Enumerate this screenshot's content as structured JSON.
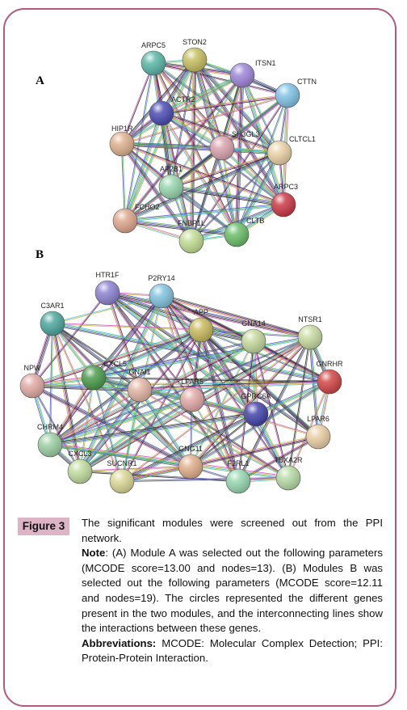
{
  "panels": {
    "a_label": "A",
    "b_label": "B"
  },
  "network_a": {
    "nodes": [
      {
        "id": "ARPC5",
        "color": "#5cb8a8"
      },
      {
        "id": "STON2",
        "color": "#c8c064"
      },
      {
        "id": "ITSN1",
        "color": "#9f87d8"
      },
      {
        "id": "CTTN",
        "color": "#82c4e6"
      },
      {
        "id": "ACTR2",
        "color": "#4d4eb4"
      },
      {
        "id": "HIP1R",
        "color": "#dfb28f"
      },
      {
        "id": "SH3GL3",
        "color": "#dba4b0"
      },
      {
        "id": "CLTCL1",
        "color": "#ead2a8"
      },
      {
        "id": "AP2B1",
        "color": "#99d6ae"
      },
      {
        "id": "ARPC3",
        "color": "#cc3b48"
      },
      {
        "id": "FCHO2",
        "color": "#dfa88f"
      },
      {
        "id": "FNBP1L",
        "color": "#c3de96"
      },
      {
        "id": "CLTB",
        "color": "#6cbf6c"
      }
    ]
  },
  "network_b": {
    "nodes": [
      {
        "id": "HTR1F",
        "color": "#8f84d2"
      },
      {
        "id": "P2RY14",
        "color": "#82c4e0"
      },
      {
        "id": "C3AR1",
        "color": "#4ea8a0"
      },
      {
        "id": "APP",
        "color": "#c7ba5e"
      },
      {
        "id": "GNA14",
        "color": "#c5d89e"
      },
      {
        "id": "NTSR1",
        "color": "#c8dca2"
      },
      {
        "id": "NPW",
        "color": "#e2aba5"
      },
      {
        "id": "CXCL5",
        "color": "#4e9c4e"
      },
      {
        "id": "GNAI1",
        "color": "#e2b6a5"
      },
      {
        "id": "GNRHR",
        "color": "#d24848"
      },
      {
        "id": "LPAR5",
        "color": "#e2aaa8"
      },
      {
        "id": "GPRC6A",
        "color": "#4646aa"
      },
      {
        "id": "LPAR6",
        "color": "#eacfa6"
      },
      {
        "id": "CHRM4",
        "color": "#9ed0a4"
      },
      {
        "id": "CXCL3",
        "color": "#c2dca0"
      },
      {
        "id": "SUCNR1",
        "color": "#dcd898"
      },
      {
        "id": "GNG11",
        "color": "#e2b08e"
      },
      {
        "id": "F2RL1",
        "color": "#98d8b2"
      },
      {
        "id": "TBXA2R",
        "color": "#b8dca8"
      }
    ]
  },
  "edge_colors": [
    "#3fb5cc",
    "#d04cc0",
    "#5a5a5a",
    "#56c256",
    "#c7b33c",
    "#222222",
    "#4f4fd0"
  ],
  "caption": {
    "badge": "Figure 3",
    "line1": "The significant modules were screened out from the PPI network.",
    "note_label": "Note",
    "note_text": ": (A) Module A was selected out the following parameters (MCODE score=13.00 and nodes=13). (B) Modules B was selected out the following parameters (MCODE score=12.11 and nodes=19). The circles represented the different genes present in the two modules, and the interconnecting lines show the interactions between these genes.",
    "abbr_label": "Abbreviations:",
    "abbr_text": " MCODE: Molecular Complex Detection; PPI: Protein-Protein Interaction."
  }
}
